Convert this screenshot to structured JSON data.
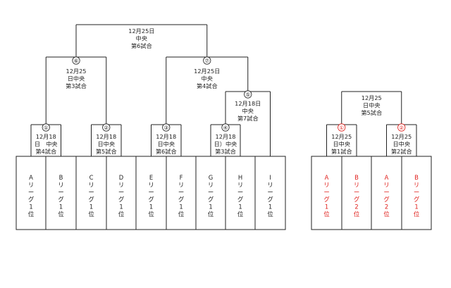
{
  "brackets": [
    {
      "teams": [
        {
          "name": "Aリーグ1位",
          "chars": [
            "A",
            "リ",
            "ー",
            "グ",
            "1",
            "位"
          ],
          "color": "black"
        },
        {
          "name": "Bリーグ1位",
          "chars": [
            "B",
            "リ",
            "ー",
            "グ",
            "1",
            "位"
          ],
          "color": "black"
        },
        {
          "name": "Cリーグ1位",
          "chars": [
            "C",
            "リ",
            "ー",
            "グ",
            "1",
            "位"
          ],
          "color": "black"
        },
        {
          "name": "Dリーグ1位",
          "chars": [
            "D",
            "リ",
            "ー",
            "グ",
            "1",
            "位"
          ],
          "color": "black"
        },
        {
          "name": "Eリーグ1位",
          "chars": [
            "E",
            "リ",
            "ー",
            "グ",
            "1",
            "位"
          ],
          "color": "black"
        },
        {
          "name": "Fリーグ1位",
          "chars": [
            "F",
            "リ",
            "ー",
            "グ",
            "1",
            "位"
          ],
          "color": "black"
        },
        {
          "name": "Gリーグ1位",
          "chars": [
            "G",
            "リ",
            "ー",
            "グ",
            "1",
            "位"
          ],
          "color": "black"
        },
        {
          "name": "Hリーグ1位",
          "chars": [
            "H",
            "リ",
            "ー",
            "グ",
            "1",
            "位"
          ],
          "color": "black"
        },
        {
          "name": "Iリーグ1位",
          "chars": [
            "I",
            "リ",
            "ー",
            "グ",
            "1",
            "位"
          ],
          "color": "black"
        }
      ],
      "matches": [
        {
          "id": "m1",
          "number": "①",
          "lines": [
            "12月18",
            "日　中央",
            "第4試合"
          ]
        },
        {
          "id": "m2",
          "number": "②",
          "lines": [
            "12月18",
            "日中央",
            "第5試合"
          ]
        },
        {
          "id": "m3",
          "number": "③",
          "lines": [
            "12月18",
            "日中央",
            "第6試合"
          ]
        },
        {
          "id": "m4",
          "number": "④",
          "lines": [
            "12月18",
            "日）中央",
            "第3試合"
          ]
        },
        {
          "id": "m5",
          "number": "⑤",
          "lines": [
            "12月18日",
            "中央",
            "第7試合"
          ]
        },
        {
          "id": "m6",
          "number": "⑥",
          "lines": [
            "12月25",
            "日中央",
            "第3試合"
          ]
        },
        {
          "id": "m7",
          "number": "⑦",
          "lines": [
            "12月25日",
            "中央",
            "第4試合"
          ]
        },
        {
          "id": "final",
          "number": "",
          "lines": [
            "12月25日",
            "中央",
            "第6試合"
          ]
        }
      ]
    },
    {
      "teams": [
        {
          "name": "Aリーグ1位",
          "chars": [
            "A",
            "リ",
            "ー",
            "グ",
            "1",
            "位"
          ],
          "color": "red"
        },
        {
          "name": "Bリーグ2位",
          "chars": [
            "B",
            "リ",
            "ー",
            "グ",
            "2",
            "位"
          ],
          "color": "red"
        },
        {
          "name": "Aリーグ2位",
          "chars": [
            "A",
            "リ",
            "ー",
            "グ",
            "2",
            "位"
          ],
          "color": "red"
        },
        {
          "name": "Bリーグ1位",
          "chars": [
            "B",
            "リ",
            "ー",
            "グ",
            "1",
            "位"
          ],
          "color": "red"
        }
      ],
      "matches": [
        {
          "id": "m1",
          "number": "①",
          "number_color": "red",
          "lines": [
            "12月25",
            "日中央",
            "第1試合"
          ]
        },
        {
          "id": "m2",
          "number": "②",
          "number_color": "red",
          "lines": [
            "12月25",
            "日中央",
            "第2試合"
          ]
        },
        {
          "id": "final",
          "number": "",
          "lines": [
            "12月25",
            "日中央",
            "第5試合"
          ]
        }
      ]
    }
  ],
  "colors": {
    "line": "#222222",
    "red": "#e0201c",
    "text": "#222222"
  }
}
